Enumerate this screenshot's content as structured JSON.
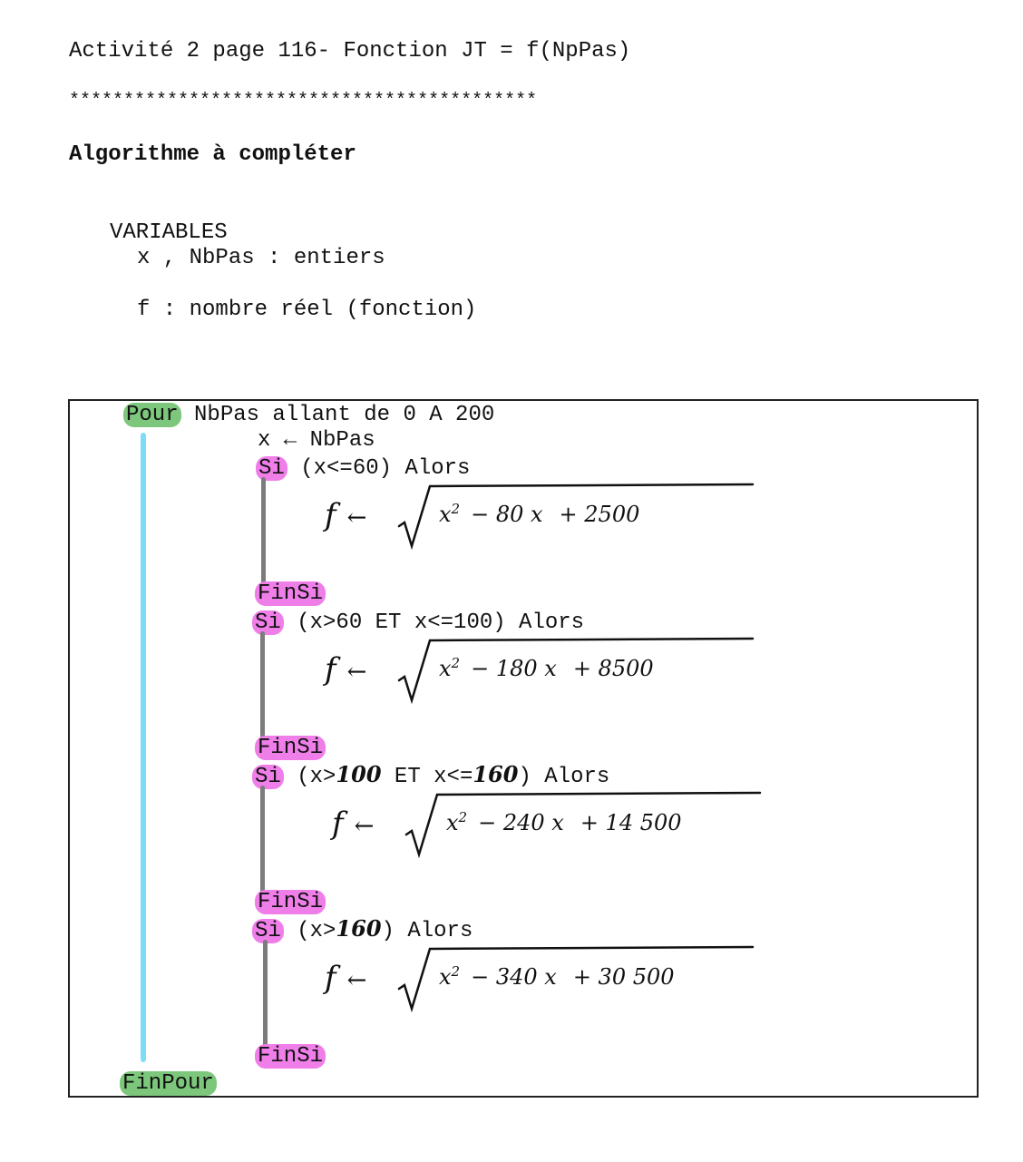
{
  "header": {
    "title": "Activité 2 page 116- Fonction JT = f(NpPas)",
    "stars": "*******************************************",
    "subtitle": "Algorithme à compléter"
  },
  "variables": {
    "heading": "VARIABLES",
    "line1": "x , NbPas : entiers",
    "line2": "f : nombre réel (fonction)"
  },
  "algo": {
    "pour_kw": "Pour",
    "pour_rest": " NbPas allant de 0 A 200",
    "assign": "x ← NbPas",
    "finpour_kw": "FinPour",
    "blocks": [
      {
        "si_kw": "Si",
        "cond_a": " (x<=60) Alors",
        "cond_hw1": "",
        "cond_b": "",
        "cond_hw2": "",
        "cond_c": "",
        "f_label": "f",
        "arrow": "←",
        "sq": "x",
        "exp": "2",
        "lin": "− 80 x",
        "const": "+ 2500",
        "finsi_kw": "FinSi"
      },
      {
        "si_kw": "Si",
        "cond_a": " (x>60 ET x<=100) Alors",
        "cond_hw1": "",
        "cond_b": "",
        "cond_hw2": "",
        "cond_c": "",
        "f_label": "f",
        "arrow": "←",
        "sq": "x",
        "exp": "2",
        "lin": "− 180 x",
        "const": "+ 8500",
        "finsi_kw": "FinSi"
      },
      {
        "si_kw": "Si",
        "cond_a": " (x>",
        "cond_hw1": "100",
        "cond_b": " ET x<=",
        "cond_hw2": "160",
        "cond_c": ") Alors",
        "f_label": "f",
        "arrow": "←",
        "sq": "x",
        "exp": "2",
        "lin": "− 240 x",
        "const": "+ 14 500",
        "finsi_kw": "FinSi"
      },
      {
        "si_kw": "Si",
        "cond_a": " (x>",
        "cond_hw1": "160",
        "cond_b": ") Alors",
        "cond_hw2": "",
        "cond_c": "",
        "f_label": "f",
        "arrow": "←",
        "sq": "x",
        "exp": "2",
        "lin": "− 340 x",
        "const": "+ 30 500",
        "finsi_kw": "FinSi"
      }
    ]
  },
  "colors": {
    "pour_highlight": "#7cc77c",
    "si_highlight": "#ef7ee9",
    "loop_bar": "#7fdcf8",
    "if_bar": "#7c7c7c"
  }
}
